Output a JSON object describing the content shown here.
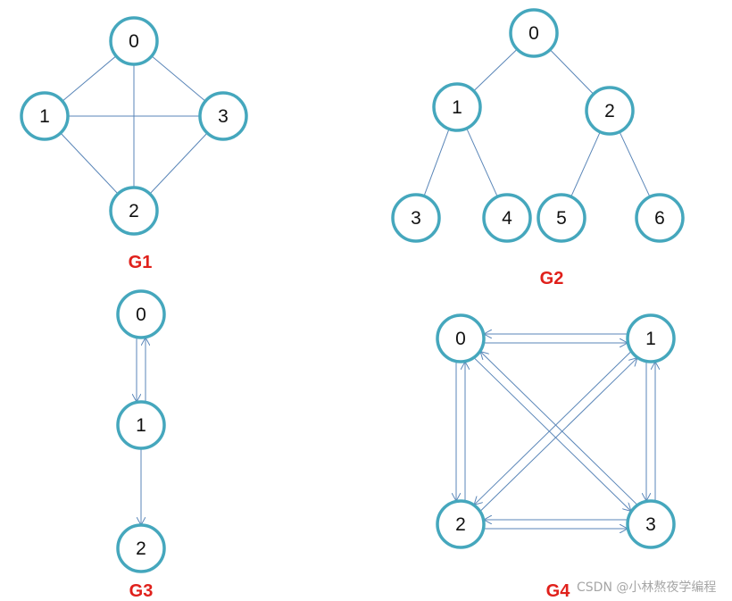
{
  "colors": {
    "node_stroke": "#45a7bd",
    "edge": "#5a86b8",
    "title": "#e0201b",
    "watermark": "#a6a6a6"
  },
  "watermark": "CSDN @小林熬夜学编程",
  "graphs": [
    {
      "id": "g1",
      "title": "G1",
      "directed": false,
      "nodes": [
        {
          "id": 0,
          "label": "0"
        },
        {
          "id": 1,
          "label": "1"
        },
        {
          "id": 2,
          "label": "2"
        },
        {
          "id": 3,
          "label": "3"
        }
      ],
      "edges": [
        [
          0,
          1
        ],
        [
          0,
          2
        ],
        [
          0,
          3
        ],
        [
          1,
          2
        ],
        [
          1,
          3
        ],
        [
          2,
          3
        ]
      ]
    },
    {
      "id": "g2",
      "title": "G2",
      "directed": false,
      "nodes": [
        {
          "id": 0,
          "label": "0"
        },
        {
          "id": 1,
          "label": "1"
        },
        {
          "id": 2,
          "label": "2"
        },
        {
          "id": 3,
          "label": "3"
        },
        {
          "id": 4,
          "label": "4"
        },
        {
          "id": 5,
          "label": "5"
        },
        {
          "id": 6,
          "label": "6"
        }
      ],
      "edges": [
        [
          0,
          1
        ],
        [
          0,
          2
        ],
        [
          1,
          3
        ],
        [
          1,
          4
        ],
        [
          2,
          5
        ],
        [
          2,
          6
        ]
      ]
    },
    {
      "id": "g3",
      "title": "G3",
      "directed": true,
      "nodes": [
        {
          "id": 0,
          "label": "0"
        },
        {
          "id": 1,
          "label": "1"
        },
        {
          "id": 2,
          "label": "2"
        }
      ],
      "edges": [
        [
          0,
          1
        ],
        [
          1,
          0
        ],
        [
          1,
          2
        ]
      ]
    },
    {
      "id": "g4",
      "title": "G4",
      "directed": true,
      "nodes": [
        {
          "id": 0,
          "label": "0"
        },
        {
          "id": 1,
          "label": "1"
        },
        {
          "id": 2,
          "label": "2"
        },
        {
          "id": 3,
          "label": "3"
        }
      ],
      "edges": [
        [
          0,
          1
        ],
        [
          1,
          0
        ],
        [
          0,
          2
        ],
        [
          2,
          0
        ],
        [
          0,
          3
        ],
        [
          3,
          0
        ],
        [
          1,
          2
        ],
        [
          2,
          1
        ],
        [
          1,
          3
        ],
        [
          3,
          1
        ],
        [
          2,
          3
        ],
        [
          3,
          2
        ]
      ]
    }
  ]
}
